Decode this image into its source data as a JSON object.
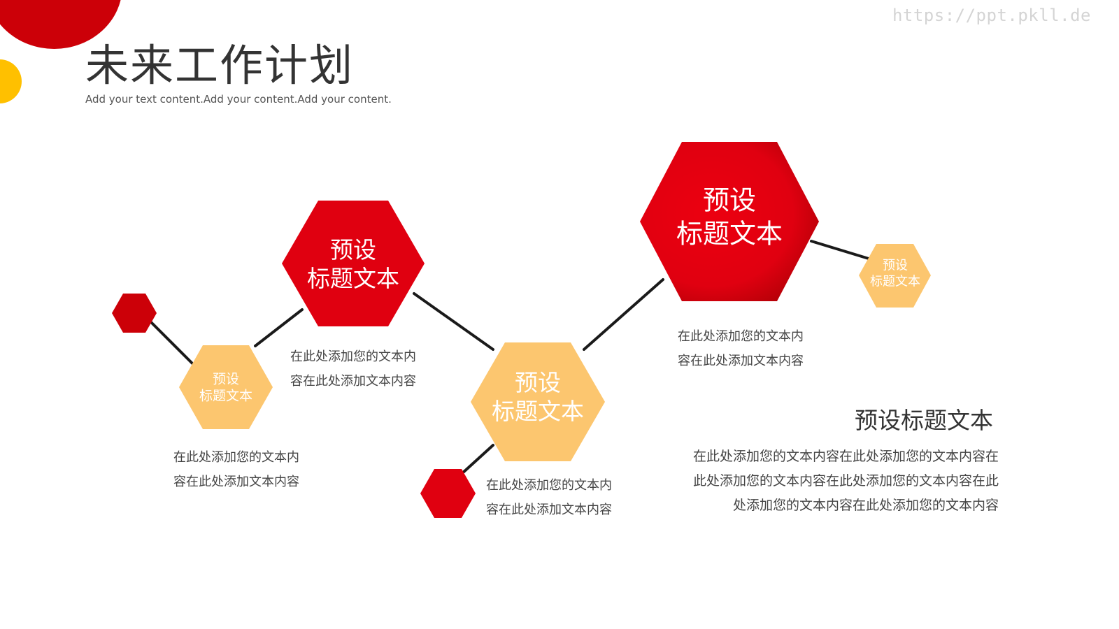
{
  "watermark": "https://ppt.pkll.de",
  "title": "未来工作计划",
  "subtitle": "Add your text content.Add your content.Add your  content.",
  "colors": {
    "red": "#e00010",
    "orange": "#fcc66f",
    "yellow": "#ffc000",
    "line": "#1a1a1a"
  },
  "hexagons": [
    {
      "label_line1": "预设",
      "label_line2": "标题文本"
    },
    {
      "label_line1": "预设",
      "label_line2": "标题文本"
    },
    {
      "label_line1": "预设",
      "label_line2": "标题文本"
    },
    {
      "label_line1": "预设",
      "label_line2": "标题文本"
    },
    {
      "label_line1": "预设",
      "label_line2": "标题文本"
    }
  ],
  "descriptions": [
    {
      "line1": "在此处添加您的文本内",
      "line2": "容在此处添加文本内容"
    },
    {
      "line1": "在此处添加您的文本内",
      "line2": "容在此处添加文本内容"
    },
    {
      "line1": "在此处添加您的文本内",
      "line2": "容在此处添加文本内容"
    },
    {
      "line1": "在此处添加您的文本内",
      "line2": "容在此处添加文本内容"
    }
  ],
  "detail": {
    "title": "预设标题文本",
    "line1": "在此处添加您的文本内容在此处添加您的文本内容在",
    "line2": "此处添加您的文本内容在此处添加您的文本内容在此",
    "line3": "处添加您的文本内容在此处添加您的文本内容"
  }
}
